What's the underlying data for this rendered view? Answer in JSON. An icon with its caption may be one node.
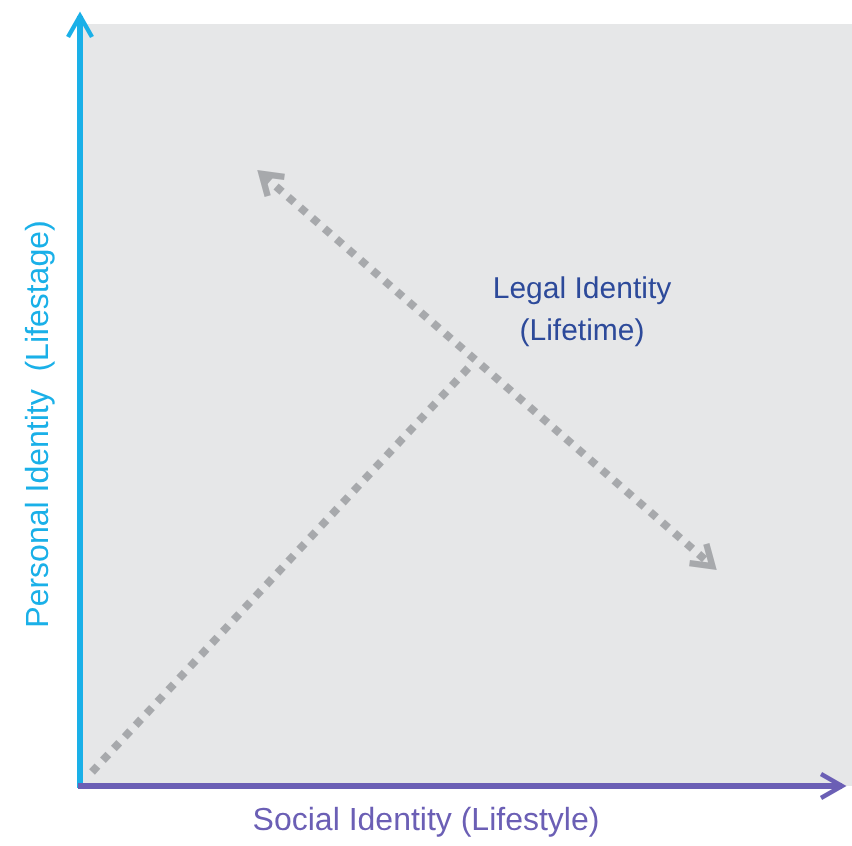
{
  "diagram": {
    "labels": [
      "Personal Identity  (Lifestage)",
      "Legal Identity (Lifetime)",
      "Social Identity (Lifestyle)"
    ]
  }
}
